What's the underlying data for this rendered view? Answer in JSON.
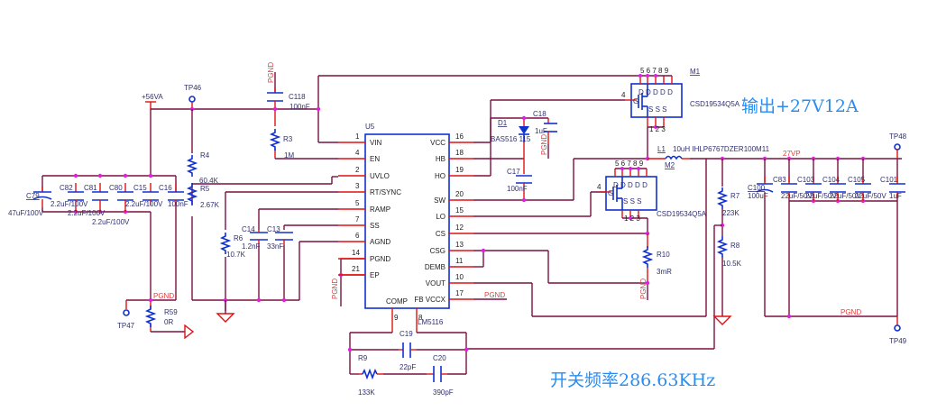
{
  "annotations": {
    "output_spec": "输出+27V12A",
    "switching_freq": "开关频率286.63KHz"
  },
  "colors": {
    "wire": "#7a1040",
    "pin_stub": "#e01010",
    "component": "#1030d0",
    "junction": "#e020e0",
    "net_label": "#e04040",
    "annotation": "#2a8cf0"
  },
  "nets": {
    "vin": "+56VA",
    "vout": "27VP",
    "pgnd": "PGND"
  },
  "test_points": {
    "tp46": "TP46",
    "tp47": "TP47",
    "tp48": "TP48",
    "tp49": "TP49"
  },
  "ic": {
    "ref": "U5",
    "part": "LM5116",
    "left_pins": [
      {
        "num": "1",
        "name": "VIN"
      },
      {
        "num": "4",
        "name": "EN"
      },
      {
        "num": "2",
        "name": "UVLO"
      },
      {
        "num": "3",
        "name": "RT/SYNC"
      },
      {
        "num": "5",
        "name": "RAMP"
      },
      {
        "num": "7",
        "name": "SS"
      },
      {
        "num": "6",
        "name": "AGND"
      },
      {
        "num": "14",
        "name": "PGND"
      },
      {
        "num": "21",
        "name": "EP"
      }
    ],
    "right_pins": [
      {
        "num": "16",
        "name": "VCC"
      },
      {
        "num": "18",
        "name": "HB"
      },
      {
        "num": "19",
        "name": "HO"
      },
      {
        "num": "20",
        "name": "SW"
      },
      {
        "num": "15",
        "name": "LO"
      },
      {
        "num": "12",
        "name": "CS"
      },
      {
        "num": "13",
        "name": "CSG"
      },
      {
        "num": "11",
        "name": "DEMB"
      },
      {
        "num": "10",
        "name": "VOUT"
      },
      {
        "num": "17",
        "name": "FB VCCX"
      }
    ],
    "bottom_pins": [
      {
        "num": "9",
        "name": "COMP"
      },
      {
        "num": "8",
        "name": ""
      }
    ]
  },
  "components": {
    "c79": {
      "ref": "C79",
      "value": "47uF/100V"
    },
    "c82": {
      "ref": "C82",
      "value": "2.2uF/100V"
    },
    "c81": {
      "ref": "C81",
      "value": "2.2uF/100V"
    },
    "c80": {
      "ref": "C80",
      "value": "2.2uF/100V"
    },
    "c15": {
      "ref": "C15",
      "value": "2.2uF/100V"
    },
    "c16": {
      "ref": "C16",
      "value": "100nF"
    },
    "c118": {
      "ref": "C118",
      "value": "100nF"
    },
    "r3": {
      "ref": "R3",
      "value": "1M"
    },
    "r4": {
      "ref": "R4",
      "value": "60.4K"
    },
    "r5": {
      "ref": "R5",
      "value": "2.67K"
    },
    "r6": {
      "ref": "R6",
      "value": "10.7K"
    },
    "c14": {
      "ref": "C14",
      "value": "1.2nF"
    },
    "c13": {
      "ref": "C13",
      "value": "33nF"
    },
    "r59": {
      "ref": "R59",
      "value": "0R"
    },
    "d1": {
      "ref": "D1",
      "value": "BAS516 115"
    },
    "c18": {
      "ref": "C18",
      "value": "1uF"
    },
    "c17": {
      "ref": "C17",
      "value": "100nF"
    },
    "m1": {
      "ref": "M1",
      "value": "CSD19534Q5A",
      "drain_pins": "5 6 7 8 9",
      "source_pins": "1 2 3",
      "gate_pin": "4"
    },
    "m2": {
      "ref": "M2",
      "value": "CSD19534Q5A",
      "drain_pins": "5 6 7 8 9",
      "source_pins": "1 2 3",
      "gate_pin": "4"
    },
    "l1": {
      "ref": "L1",
      "value": "10uH IHLP6767DZER100M11"
    },
    "r10": {
      "ref": "R10",
      "value": "3mR"
    },
    "r7": {
      "ref": "R7",
      "value": "223K"
    },
    "r8": {
      "ref": "R8",
      "value": "10.5K"
    },
    "c100": {
      "ref": "C100",
      "value": "100uF"
    },
    "c83": {
      "ref": "C83",
      "value": "22uF/50V"
    },
    "c103": {
      "ref": "C103",
      "value": "22uF/50V"
    },
    "c104": {
      "ref": "C104",
      "value": "22uF/50V"
    },
    "c105": {
      "ref": "C105",
      "value": "22uF/50V"
    },
    "c101": {
      "ref": "C101",
      "value": "1uF"
    },
    "c19": {
      "ref": "C19",
      "value": "22pF"
    },
    "r9": {
      "ref": "R9",
      "value": "133K"
    },
    "c20": {
      "ref": "C20",
      "value": "390pF"
    }
  },
  "mosfet_letters": {
    "d": "D",
    "s": "S",
    "g": "G"
  }
}
